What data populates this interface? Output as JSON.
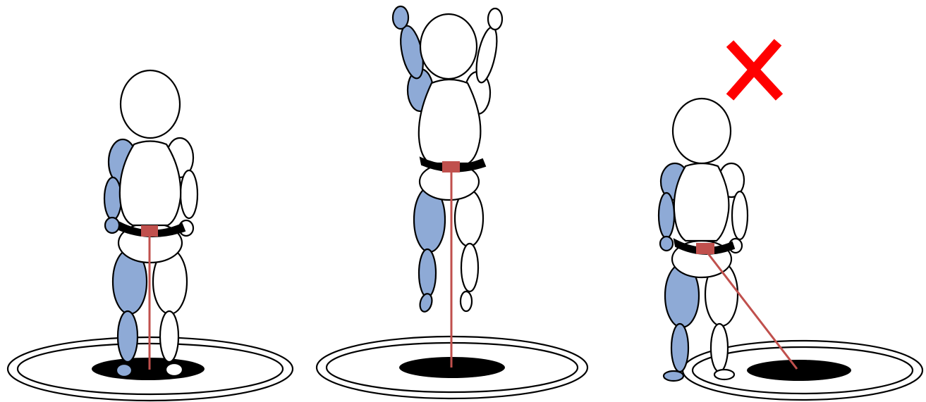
{
  "colors": {
    "background": "#ffffff",
    "outline": "#000000",
    "body_fill": "#ffffff",
    "left_limb_fill": "#8eaad6",
    "belt": "#000000",
    "tether_clip": "#c0504d",
    "tether_line": "#c0504d",
    "floor_hole": "#000000",
    "cross_mark": "#ff0000"
  },
  "figures": [
    {
      "pose": "standing",
      "tether": "vertical",
      "status": "allowed"
    },
    {
      "pose": "jumping",
      "tether": "vertical",
      "status": "allowed"
    },
    {
      "pose": "standing-offset",
      "tether": "slanted",
      "status": "not-allowed",
      "mark": "cross-icon"
    }
  ]
}
